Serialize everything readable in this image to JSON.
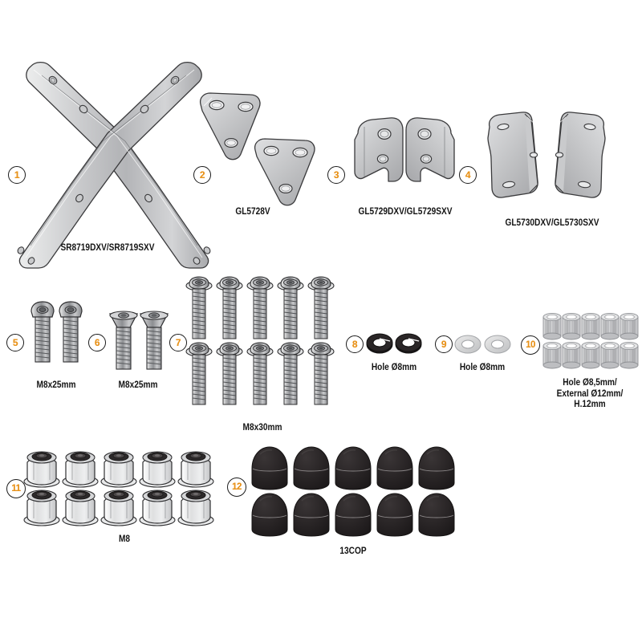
{
  "document": {
    "type": "parts-diagram",
    "title": "Motorcycle rack mounting hardware exploded parts list",
    "background_color": "#ffffff",
    "callout_number_color": "#e8931c",
    "callout_ring_color": "#1b1b1b",
    "caption_color": "#141414",
    "metal_light": "#d8d9da",
    "metal_mid": "#b9babc",
    "metal_dark": "#8e9094",
    "outline": "#3a3a3c",
    "dark_part": "#231f20"
  },
  "parts": [
    {
      "number": "1",
      "caption": "SR8719DXV/SR8719SXV",
      "description": "X-shaped tubular side frame pair",
      "quantity": 1,
      "material_color": "#cfd0d2"
    },
    {
      "number": "2",
      "caption": "GL5728V",
      "description": "Triangular three-hole plate",
      "quantity": 2,
      "material_color": "#c6c7c9"
    },
    {
      "number": "3",
      "caption": "GL5729DXV/GL5729SXV",
      "description": "Mirrored L-shaped two-hole bracket",
      "quantity": 2,
      "material_color": "#c0c1c3"
    },
    {
      "number": "4",
      "caption": "GL5730DXV/GL5730SXV",
      "description": "Mirrored contoured side plate",
      "quantity": 2,
      "material_color": "#c6c7c9"
    },
    {
      "number": "5",
      "caption": "M8x25mm",
      "description": "Button head socket screw",
      "quantity": 2,
      "material_color": "#bdbec0"
    },
    {
      "number": "6",
      "caption": "M8x25mm",
      "description": "Countersunk flat head socket screw",
      "quantity": 2,
      "material_color": "#bdbec0"
    },
    {
      "number": "7",
      "caption": "M8x30mm",
      "description": "Flanged button head socket screw",
      "quantity": 10,
      "material_color": "#a9aaac"
    },
    {
      "number": "8",
      "caption": "Hole Ø8mm",
      "description": "Split lock washer",
      "quantity": 2,
      "material_color": "#231f20"
    },
    {
      "number": "9",
      "caption": "Hole Ø8mm",
      "description": "Flat washer",
      "quantity": 2,
      "material_color": "#d9dadb"
    },
    {
      "number": "10",
      "caption": "Hole Ø8,5mm/ External Ø12mm/ H.12mm",
      "caption_lines": [
        "Hole Ø8,5mm/",
        "External Ø12mm/",
        "H.12mm"
      ],
      "description": "Cylindrical spacer bushing",
      "quantity": 10,
      "material_color": "#c4c5c7"
    },
    {
      "number": "11",
      "caption": "M8",
      "description": "Flanged hex nylon lock nut",
      "quantity": 10,
      "material_color": "#cfd0d2"
    },
    {
      "number": "12",
      "caption": "13COP",
      "description": "Black plastic dome nut cover cap",
      "quantity": 10,
      "material_color": "#231f20"
    }
  ]
}
